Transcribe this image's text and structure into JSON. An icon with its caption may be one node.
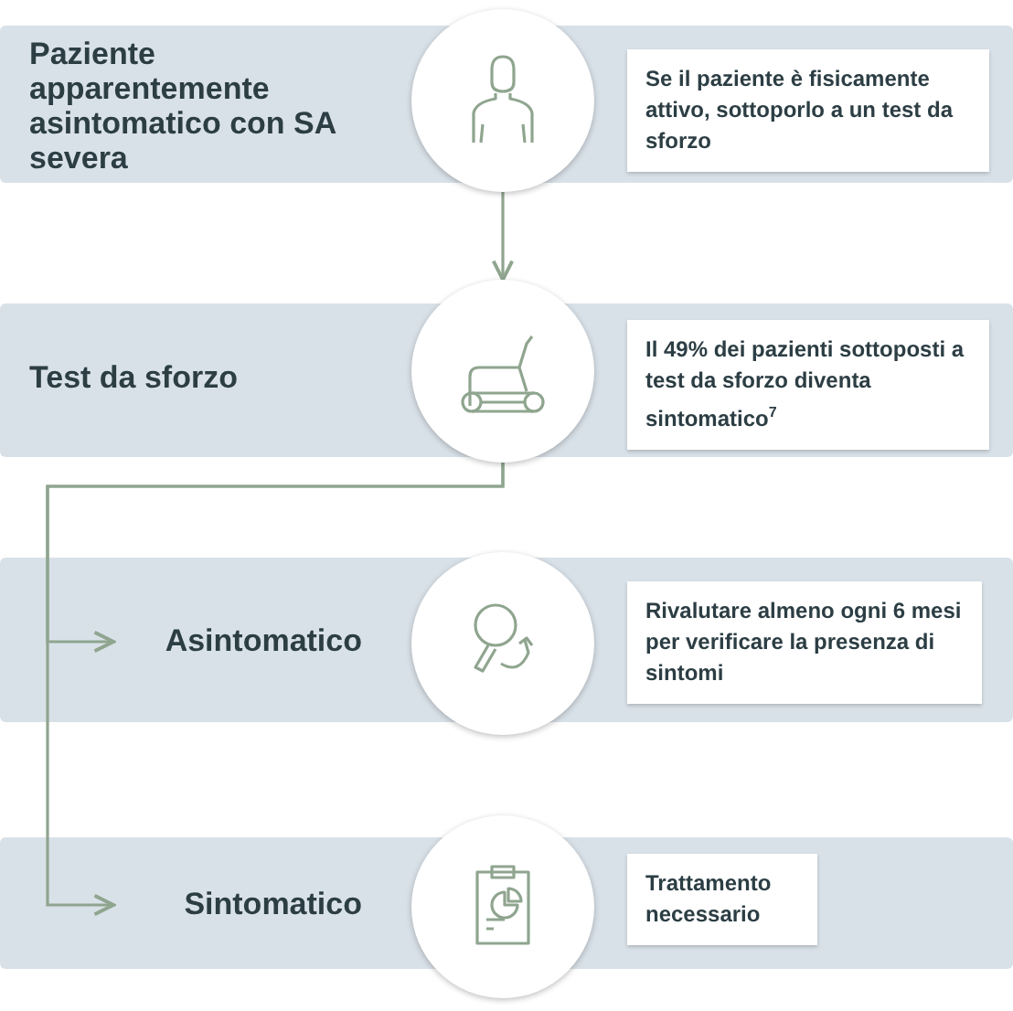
{
  "diagram": {
    "nodes": [
      {
        "text": [
          "Paziente apparentemente asintomatico con SA severa"
        ]
      },
      {
        "text": [],
        "shape": "circle"
      },
      {
        "text": [
          "Se il paziente è fisicamente attivo, sottoporlo a un test da sforzo"
        ],
        "in": 0
      },
      {
        "text": [
          "Test da sforzo"
        ]
      },
      {
        "text": [],
        "shape": "circle"
      },
      {
        "text": [
          "Il 49% dei pazienti sottoposti a test da sforzo diventa sintomatico$^{7}$"
        ],
        "in": 3
      },
      {
        "text": [
          "Asintomatico"
        ]
      },
      {
        "text": [],
        "shape": "circle"
      },
      {
        "text": [
          "Rivalutare almeno ogni 6 mesi per verificare la presenza di sintomi"
        ],
        "in": 6
      },
      {
        "text": [
          "Sintomatico"
        ]
      },
      {
        "text": [],
        "shape": "circle"
      },
      {
        "text": [
          "Trattamento necessario"
        ],
        "in": 9
      }
    ],
    "edges": [
      {
        "from": 1,
        "to": 4,
        "arrow": "to"
      },
      {
        "from": 4,
        "to": 6,
        "arrow": "to"
      },
      {
        "from": 4,
        "to": 9,
        "arrow": "to"
      }
    ]
  }
}
